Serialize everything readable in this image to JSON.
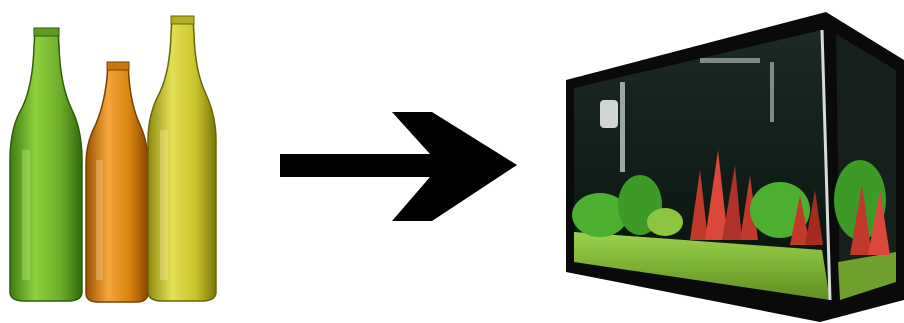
{
  "scene": {
    "left_group": "glass-bottles",
    "middle": "arrow-right-icon",
    "right_group": "planted-aquarium"
  },
  "bottles": [
    {
      "name": "green-bottle",
      "color": "#6cae2a"
    },
    {
      "name": "amber-bottle",
      "color": "#d9860f"
    },
    {
      "name": "yellow-green-bottle",
      "color": "#c9c42b"
    }
  ],
  "arrow": {
    "color": "#000000"
  },
  "aquarium": {
    "frame_color": "#0a0a0a",
    "water_color": "#0b1a14",
    "gravel_color": "#7fb53a",
    "plant_colors": [
      "#c0392b",
      "#4caf2f",
      "#8cc63f"
    ]
  }
}
